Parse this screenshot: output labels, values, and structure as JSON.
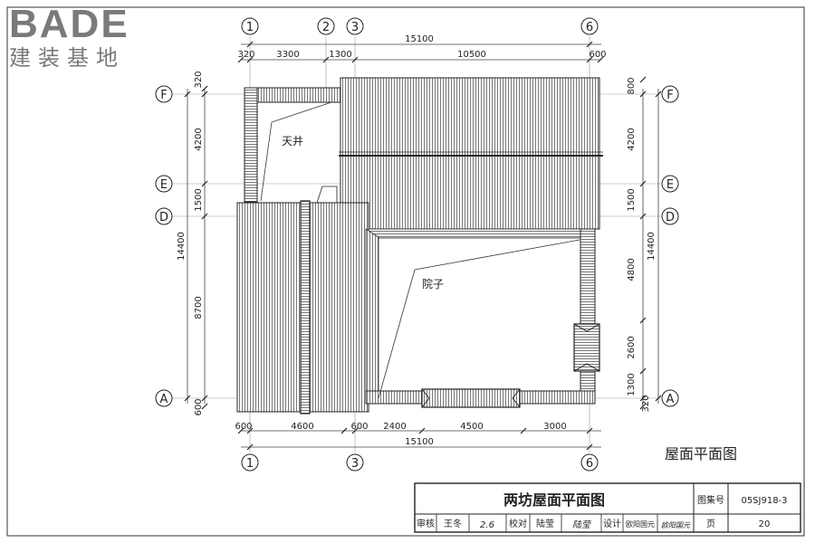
{
  "logo": {
    "brand": "BADE",
    "subtitle": "建装基地"
  },
  "drawing_caption": "屋面平面图",
  "labels": {
    "courtyard_small": "天井",
    "courtyard_large": "院子"
  },
  "axes": {
    "top": [
      "1",
      "2",
      "3",
      "6"
    ],
    "bottom": [
      "1",
      "3",
      "6"
    ],
    "left": [
      "F",
      "E",
      "D",
      "A"
    ],
    "right": [
      "F",
      "E",
      "D",
      "A"
    ]
  },
  "dims": {
    "top_total": "15100",
    "top_segments": [
      "320",
      "3300",
      "1300",
      "10500",
      "600"
    ],
    "bottom_segments": [
      "600",
      "4600",
      "600",
      "2400",
      "4500",
      "3000"
    ],
    "bottom_total": "15100",
    "left_segments": [
      "320",
      "4200",
      "1500",
      "8700",
      "600"
    ],
    "left_total": "14400",
    "right_segments": [
      "800",
      "4200",
      "1500",
      "4800",
      "2600",
      "1300",
      "320"
    ],
    "right_total": "14400"
  },
  "title_block": {
    "title": "两坊屋面平面图",
    "atlas_label": "图集号",
    "atlas_no": "05SJ918-3",
    "review_label": "审核",
    "reviewer": "王冬",
    "reviewer_sig": "2.6",
    "check_label": "校对",
    "checker": "陆莹",
    "checker_sig": "陆莹",
    "design_label": "设计",
    "designer": "欧阳国元",
    "designer_sig": "欧阳国元",
    "page_label": "页",
    "page_no": "20"
  }
}
